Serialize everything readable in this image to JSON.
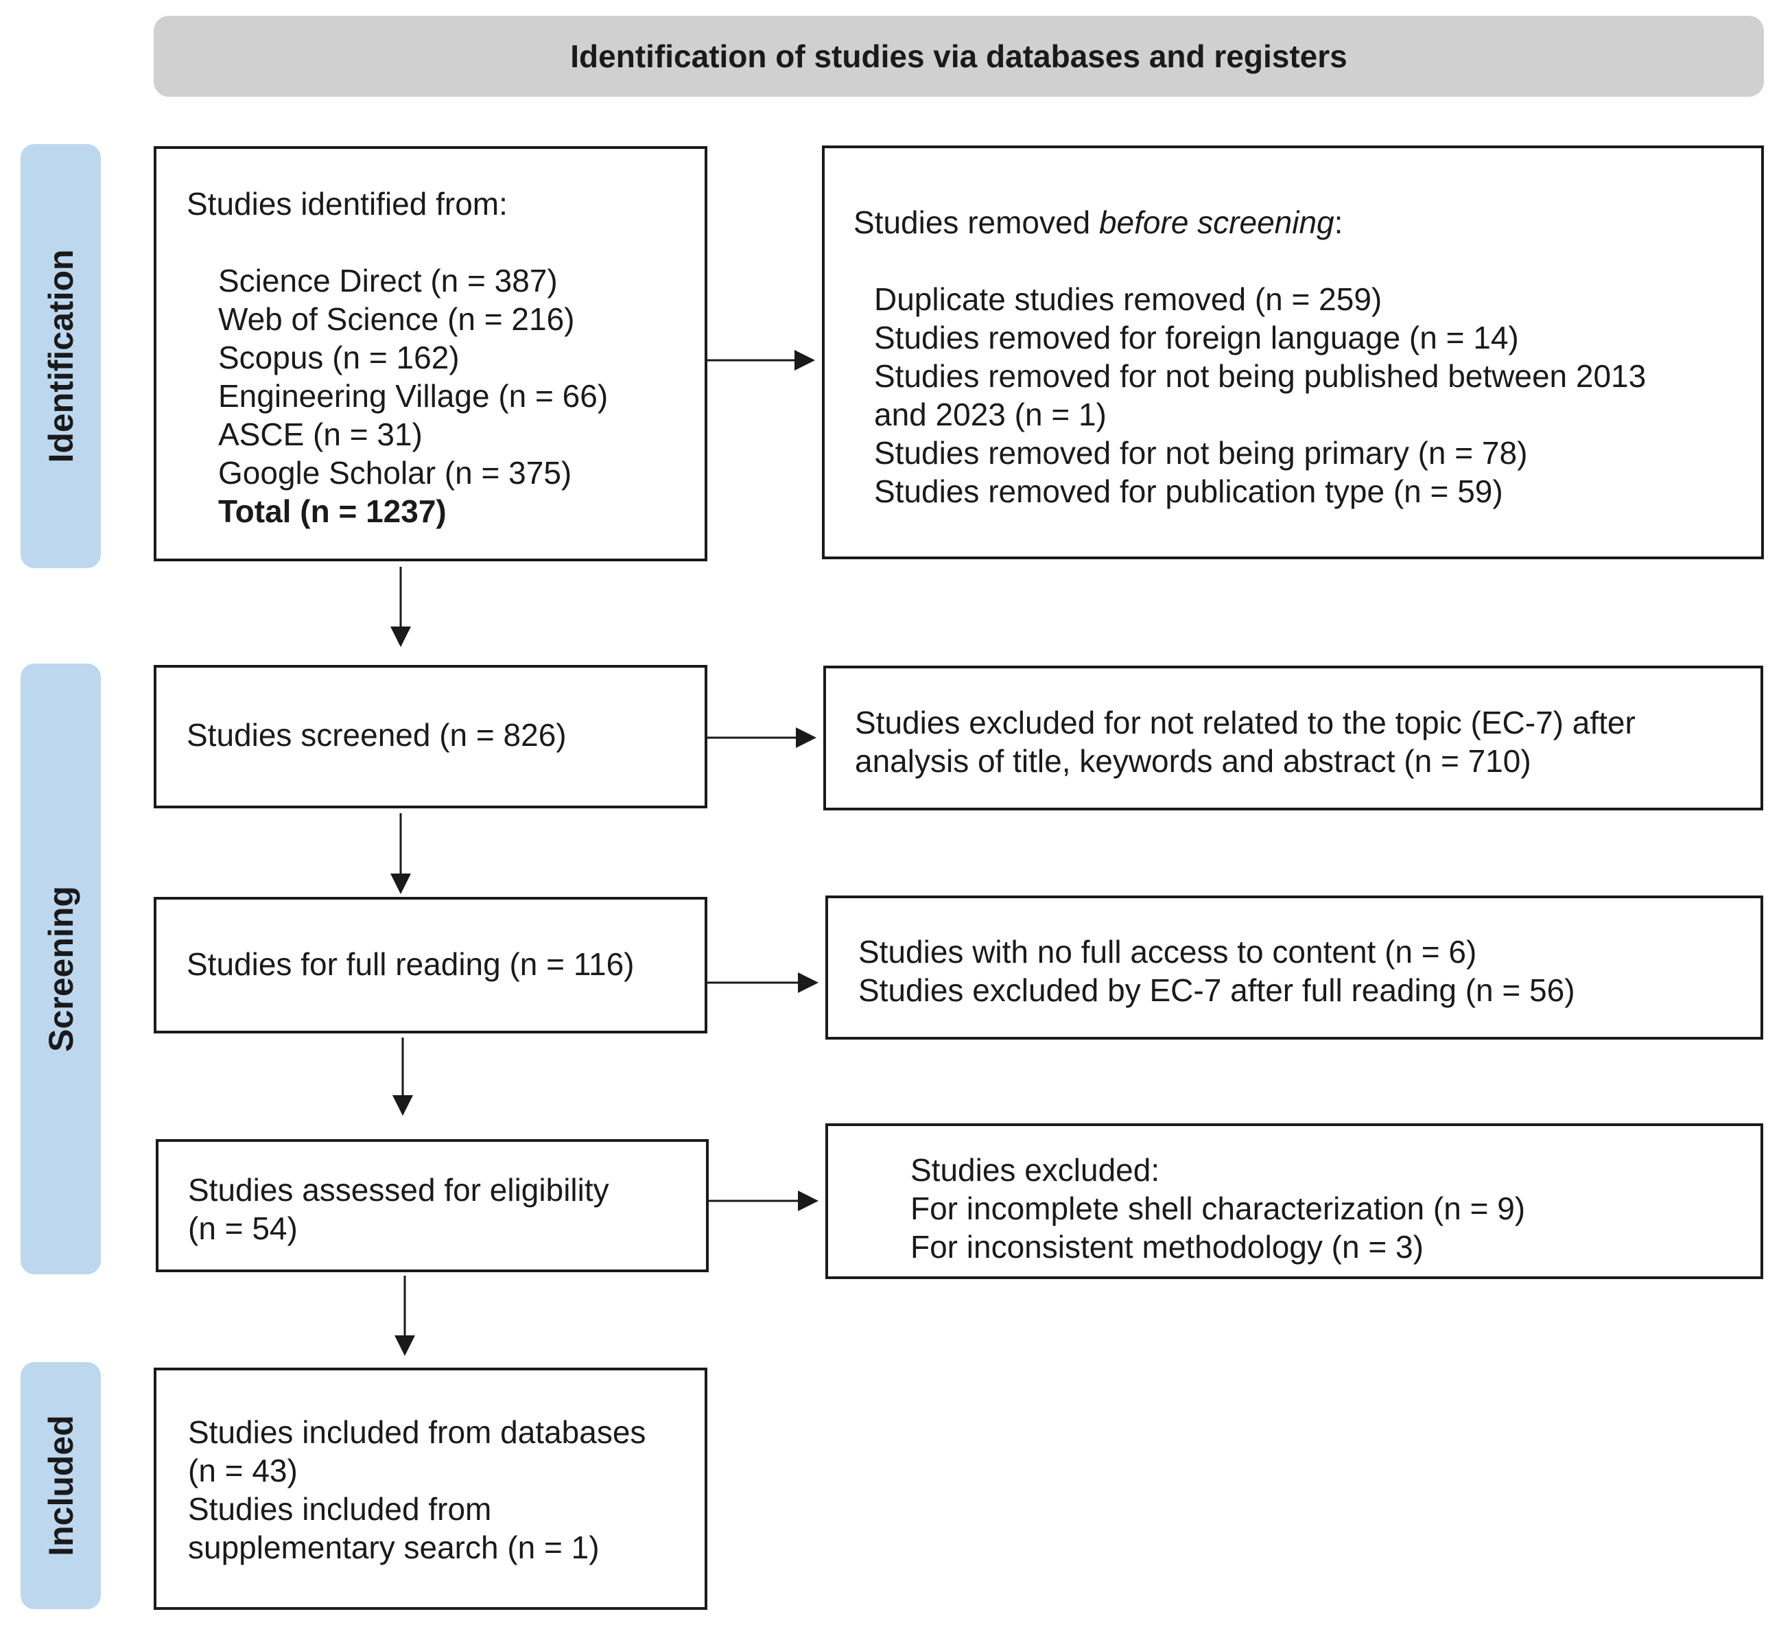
{
  "header": {
    "title": "Identification of studies via databases and registers"
  },
  "phases": {
    "identification": "Identification",
    "screening": "Screening",
    "included": "Included"
  },
  "identified": {
    "title": "Studies identified from:",
    "sources": [
      "Science Direct (n = 387)",
      "Web of Science (n = 216)",
      "Scopus (n = 162)",
      "Engineering Village (n = 66)",
      "ASCE (n = 31)",
      "Google Scholar (n = 375)"
    ],
    "total": "Total (n = 1237)"
  },
  "removed": {
    "title_prefix": "Studies removed ",
    "title_emphasis": "before screening",
    "title_suffix": ":",
    "items": [
      "Duplicate studies removed (n = 259)",
      "Studies removed for foreign language (n = 14)",
      "Studies removed for not being published between 2013",
      "and 2023 (n = 1)",
      "Studies removed for not being primary (n = 78)",
      "Studies removed for publication type (n = 59)"
    ]
  },
  "screened": {
    "text": "Studies screened (n = 826)"
  },
  "excluded_topic": {
    "lines": [
      "Studies excluded for not related to the topic (EC-7) after",
      "analysis of title, keywords and abstract (n = 710)"
    ]
  },
  "full_reading": {
    "text": "Studies for full reading (n = 116)"
  },
  "excluded_full": {
    "lines": [
      "Studies with no full access to content (n = 6)",
      "Studies excluded by EC-7 after full reading (n = 56)"
    ]
  },
  "eligibility": {
    "lines": [
      "Studies assessed for eligibility",
      "(n = 54)"
    ]
  },
  "excluded_eligibility": {
    "lines": [
      "Studies excluded:",
      "For incomplete shell characterization (n = 9)",
      "For inconsistent methodology (n = 3)"
    ]
  },
  "included": {
    "lines": [
      "Studies included from databases",
      "(n = 43)",
      "Studies included from",
      "supplementary search (n = 1)"
    ]
  },
  "colors": {
    "header_fill": "#d0d0d0",
    "phase_fill": "#bdd7ee",
    "border": "#1a1a1a"
  }
}
